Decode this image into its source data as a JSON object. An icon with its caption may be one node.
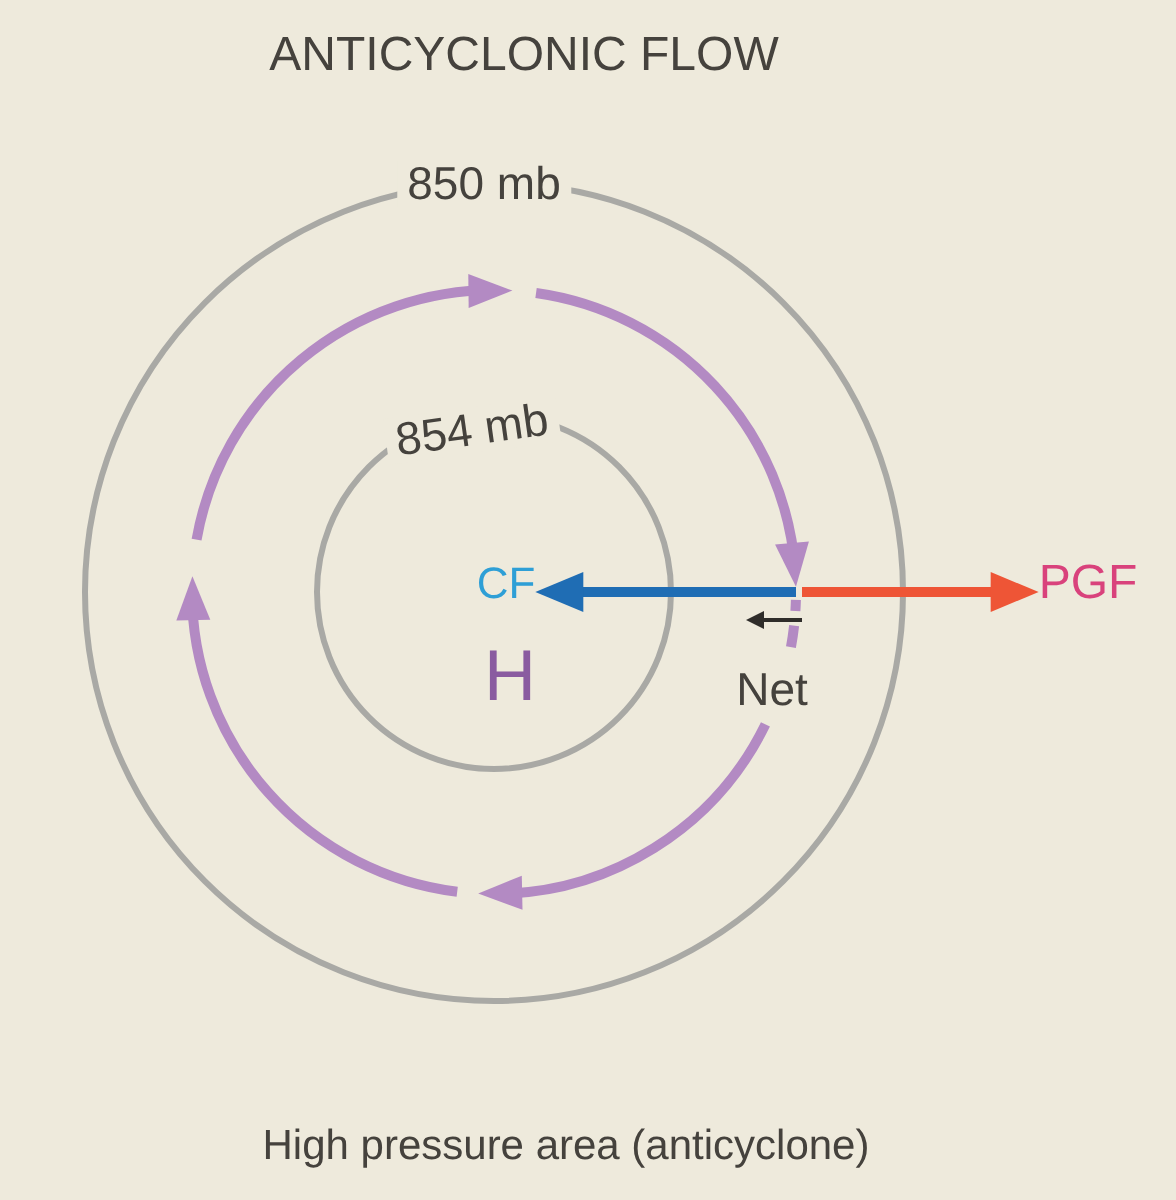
{
  "diagram": {
    "title": "ANTICYCLONIC FLOW",
    "caption": "High pressure area (anticyclone)",
    "nodes": [
      {
        "text": [
          "850 mb"
        ]
      },
      {
        "text": [
          "854 mb",
          "H"
        ],
        "in": 0
      },
      {
        "text": [
          "CF"
        ],
        "in": 1
      },
      {
        "text": [
          "PGF"
        ]
      }
    ],
    "edges": [
      {
        "from": null,
        "to": 2,
        "arrow": "to",
        "color": "#1f6db4"
      },
      {
        "from": null,
        "to": 3,
        "arrow": "to",
        "color": "#ee5536"
      }
    ],
    "labels": [
      "Net"
    ]
  }
}
